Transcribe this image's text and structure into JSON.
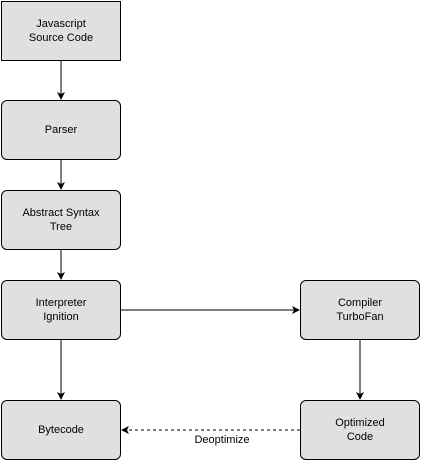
{
  "colors": {
    "node_fill": "#e0e0e0",
    "stroke": "#000000",
    "background": "#ffffff"
  },
  "nodes": {
    "source": "Javascript\nSource Code",
    "parser": "Parser",
    "ast": "Abstract Syntax\nTree",
    "interpreter": "Interpreter\nIgnition",
    "compiler": "Compiler\nTurboFan",
    "bytecode": "Bytecode",
    "optimized": "Optimized\nCode"
  },
  "edges": {
    "deoptimize_label": "Deoptimize"
  }
}
